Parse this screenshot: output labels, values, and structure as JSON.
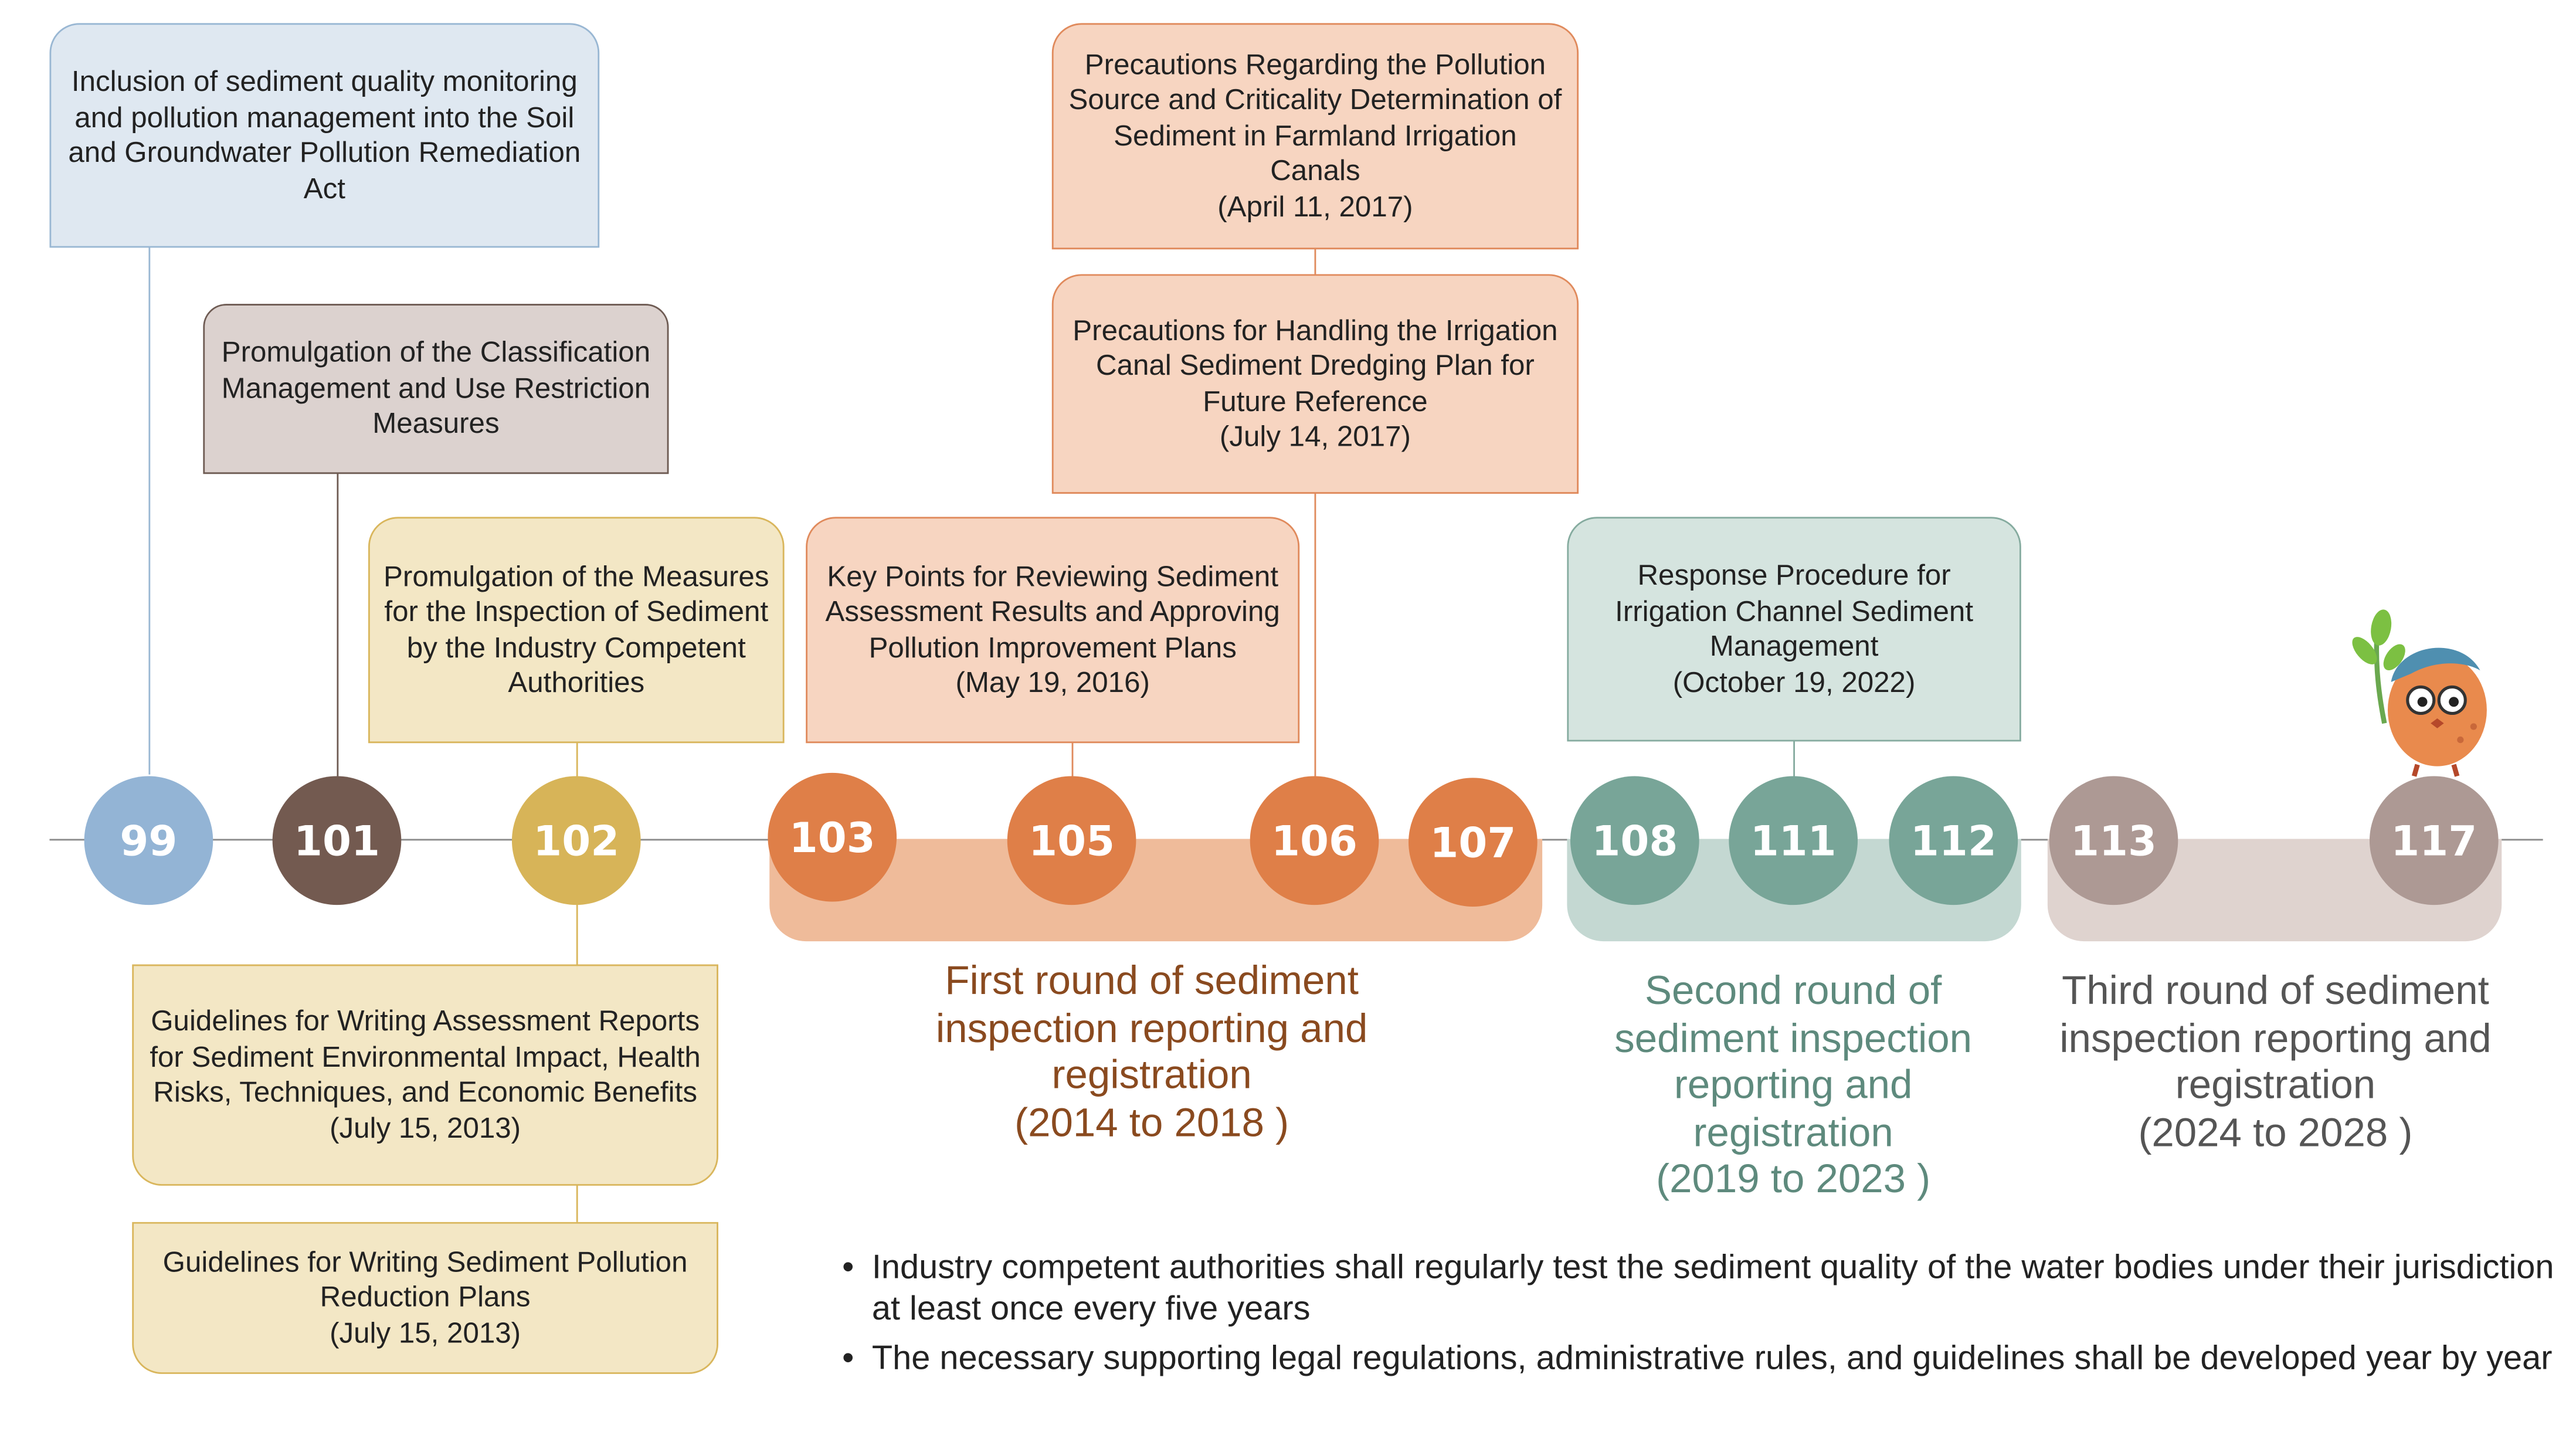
{
  "colors": {
    "axis": "#8a8a8a",
    "blue_fill": "#dfe8f1",
    "blue_border": "#99b7d3",
    "grey_fill": "#dcd2cf",
    "grey_border": "#6e5b53",
    "yellow_fill": "#f3e7c5",
    "yellow_border": "#d9b65c",
    "orange_fill": "#f7d5c1",
    "orange_border": "#e08a5c",
    "teal_fill": "#d5e4df",
    "teal_border": "#85ab9f",
    "node_99": "#93b4d5",
    "node_101": "#735a50",
    "node_102": "#d7b458",
    "node_orange": "#df7f48",
    "node_teal": "#78a598",
    "node_mauve": "#ad9994",
    "band_orange": "#efbb9a",
    "band_teal": "#c4d8d2",
    "band_mauve": "#dfd3cf",
    "round1_text": "#8a4a1f",
    "round2_text": "#5e8a7d",
    "round3_text": "#555555"
  },
  "nodes": [
    {
      "label": "99",
      "color_key": "node_99"
    },
    {
      "label": "101",
      "color_key": "node_101"
    },
    {
      "label": "102",
      "color_key": "node_102"
    },
    {
      "label": "103",
      "color_key": "node_orange"
    },
    {
      "label": "105",
      "color_key": "node_orange"
    },
    {
      "label": "106",
      "color_key": "node_orange"
    },
    {
      "label": "107",
      "color_key": "node_orange"
    },
    {
      "label": "108",
      "color_key": "node_teal"
    },
    {
      "label": "111",
      "color_key": "node_teal"
    },
    {
      "label": "112",
      "color_key": "node_teal"
    },
    {
      "label": "113",
      "color_key": "node_mauve"
    },
    {
      "label": "117",
      "color_key": "node_mauve"
    }
  ],
  "notes": {
    "n99": {
      "text": "Inclusion of sediment quality monitoring and pollution management into the Soil and Groundwater Pollution Remediation Act",
      "date": ""
    },
    "n101": {
      "text": "Promulgation of the Classification Management and Use Restriction Measures",
      "date": ""
    },
    "n102": {
      "text": "Promulgation of the Measures for the Inspection of Sediment by the Industry Competent Authorities",
      "date": ""
    },
    "n102b1": {
      "text": "Guidelines for Writing Assessment Reports for Sediment Environmental Impact, Health Risks, Techniques, and Economic Benefits",
      "date": "(July 15, 2013)"
    },
    "n102b2": {
      "text": "Guidelines for Writing Sediment Pollution Reduction Plans",
      "date": "(July 15, 2013)"
    },
    "n105": {
      "text": "Key Points for Reviewing Sediment Assessment Results and Approving Pollution Improvement Plans",
      "date": "(May 19, 2016)"
    },
    "n106a": {
      "text": "Precautions Regarding the Pollution Source and Criticality Determination of Sediment in Farmland Irrigation Canals",
      "date": "(April 11, 2017)"
    },
    "n106b": {
      "text": "Precautions for Handling the Irrigation Canal Sediment Dredging Plan for Future Reference",
      "date": "(July 14, 2017)"
    },
    "n111": {
      "text": "Response Procedure for Irrigation Channel Sediment Management",
      "date": "(October 19, 2022)"
    }
  },
  "rounds": {
    "r1": {
      "title": "First round of sediment inspection reporting and registration",
      "years": "(2014 to 2018 )"
    },
    "r2": {
      "title": "Second round of sediment inspection reporting and registration",
      "years": "(2019 to 2023 )"
    },
    "r3": {
      "title": "Third round of sediment inspection reporting and registration",
      "years": "(2024 to 2028 )"
    }
  },
  "bullets": {
    "marker": "•",
    "items": [
      "Industry competent authorities shall regularly test the sediment quality of the water bodies under their jurisdiction at least once every five years",
      "The necessary supporting legal regulations, administrative rules, and guidelines shall be developed year by year"
    ]
  },
  "mascot": {
    "icon": "sprout-mascot-icon"
  }
}
